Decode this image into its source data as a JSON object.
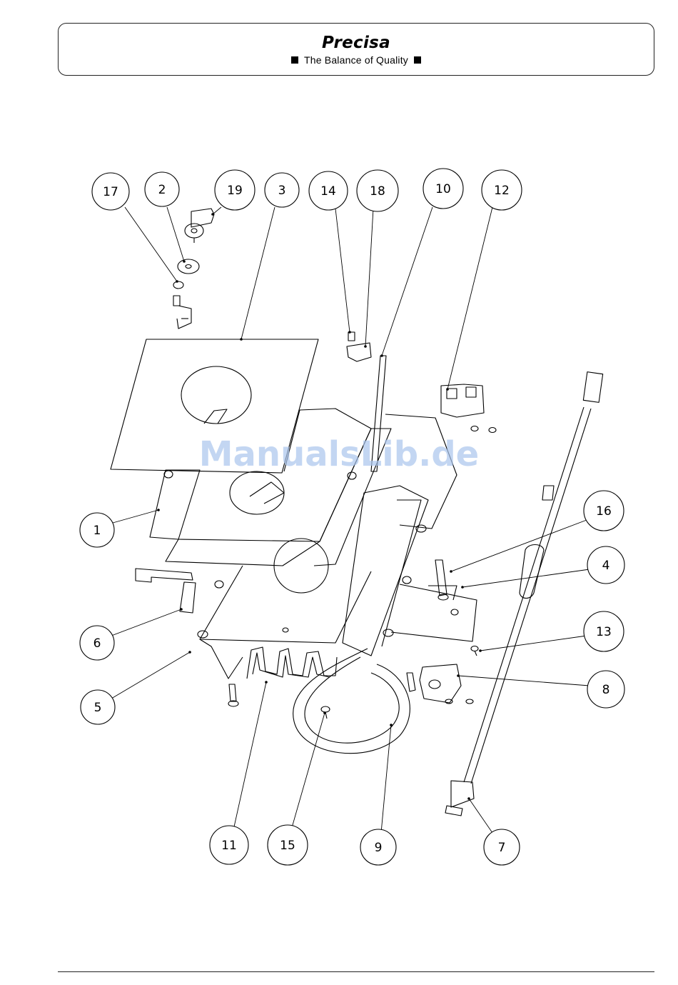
{
  "header": {
    "brand": "Precisa",
    "tagline": "The Balance of Quality"
  },
  "callouts": [
    {
      "id": "17",
      "label": "17"
    },
    {
      "id": "2",
      "label": "2"
    },
    {
      "id": "19",
      "label": "19"
    },
    {
      "id": "3",
      "label": "3"
    },
    {
      "id": "14",
      "label": "14"
    },
    {
      "id": "18",
      "label": "18"
    },
    {
      "id": "10",
      "label": "10"
    },
    {
      "id": "12",
      "label": "12"
    },
    {
      "id": "1",
      "label": "1"
    },
    {
      "id": "16",
      "label": "16"
    },
    {
      "id": "4",
      "label": "4"
    },
    {
      "id": "6",
      "label": "6"
    },
    {
      "id": "13",
      "label": "13"
    },
    {
      "id": "5",
      "label": "5"
    },
    {
      "id": "8",
      "label": "8"
    },
    {
      "id": "11",
      "label": "11"
    },
    {
      "id": "15",
      "label": "15"
    },
    {
      "id": "9",
      "label": "9"
    },
    {
      "id": "7",
      "label": "7"
    }
  ],
  "watermark": "ManualsLib.de"
}
